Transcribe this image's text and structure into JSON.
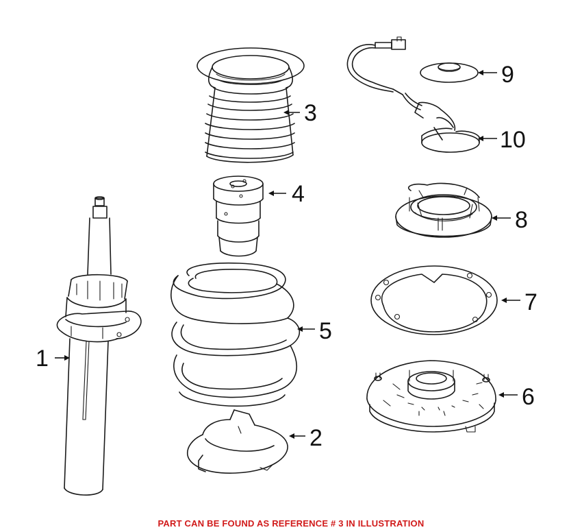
{
  "caption": {
    "text": "PART CAN BE FOUND AS REFERENCE # 3 IN ILLUSTRATION",
    "color": "#d11a1a"
  },
  "callouts": [
    {
      "id": "1",
      "label": "1"
    },
    {
      "id": "2",
      "label": "2"
    },
    {
      "id": "3",
      "label": "3"
    },
    {
      "id": "4",
      "label": "4"
    },
    {
      "id": "5",
      "label": "5"
    },
    {
      "id": "6",
      "label": "6"
    },
    {
      "id": "7",
      "label": "7"
    },
    {
      "id": "8",
      "label": "8"
    },
    {
      "id": "9",
      "label": "9"
    },
    {
      "id": "10",
      "label": "10"
    }
  ],
  "parts": [
    {
      "id": "1",
      "name": "strut-assembly"
    },
    {
      "id": "2",
      "name": "lower-spring-seat"
    },
    {
      "id": "3",
      "name": "dust-boot"
    },
    {
      "id": "4",
      "name": "bump-stop"
    },
    {
      "id": "5",
      "name": "coil-spring"
    },
    {
      "id": "6",
      "name": "strut-mount"
    },
    {
      "id": "7",
      "name": "mount-gasket"
    },
    {
      "id": "8",
      "name": "upper-spring-seat"
    },
    {
      "id": "9",
      "name": "cap"
    },
    {
      "id": "10",
      "name": "sensor-harness"
    }
  ]
}
